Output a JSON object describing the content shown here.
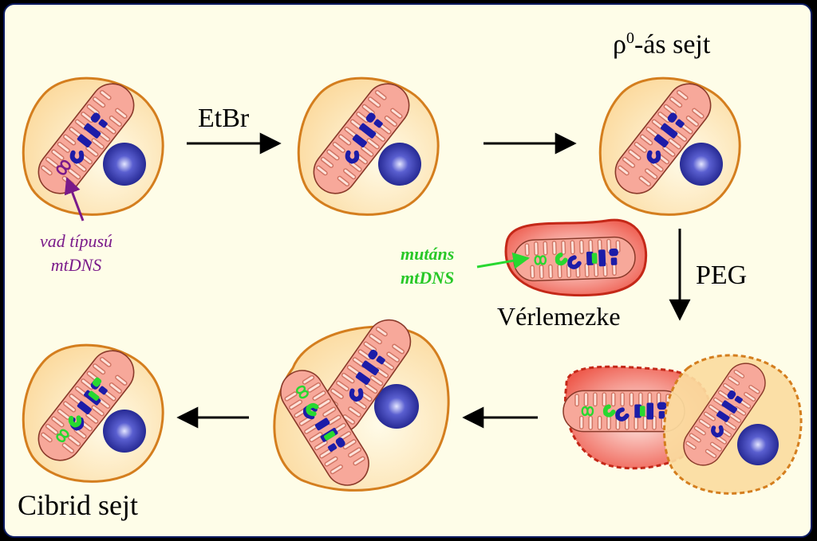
{
  "labels": {
    "etbr": "EtBr",
    "rho": "ρ",
    "rho_sup": "0",
    "rho_suffix": "-ás sejt",
    "peg": "PEG",
    "platelet": "Vérlemezke",
    "cybrid": "Cibrid sejt",
    "wild_line1": "vad típusú",
    "wild_line2": "mtDNS",
    "mutant_line1": "mutáns",
    "mutant_line2": "mtDNS"
  },
  "colors": {
    "background": "#fefde8",
    "frame": "#0a1a60",
    "cell_fill": "#fbdca0",
    "cell_stroke": "#d47e1e",
    "platelet_fill": "#ee6055",
    "platelet_stroke": "#c42818",
    "mito_fill": "#f7a89a",
    "nucleus": "#2a2d9a",
    "wild_mtdna": "#7a1a8a",
    "mutant_mtdna": "#28d830",
    "protein_blue": "#1c1ca8"
  }
}
